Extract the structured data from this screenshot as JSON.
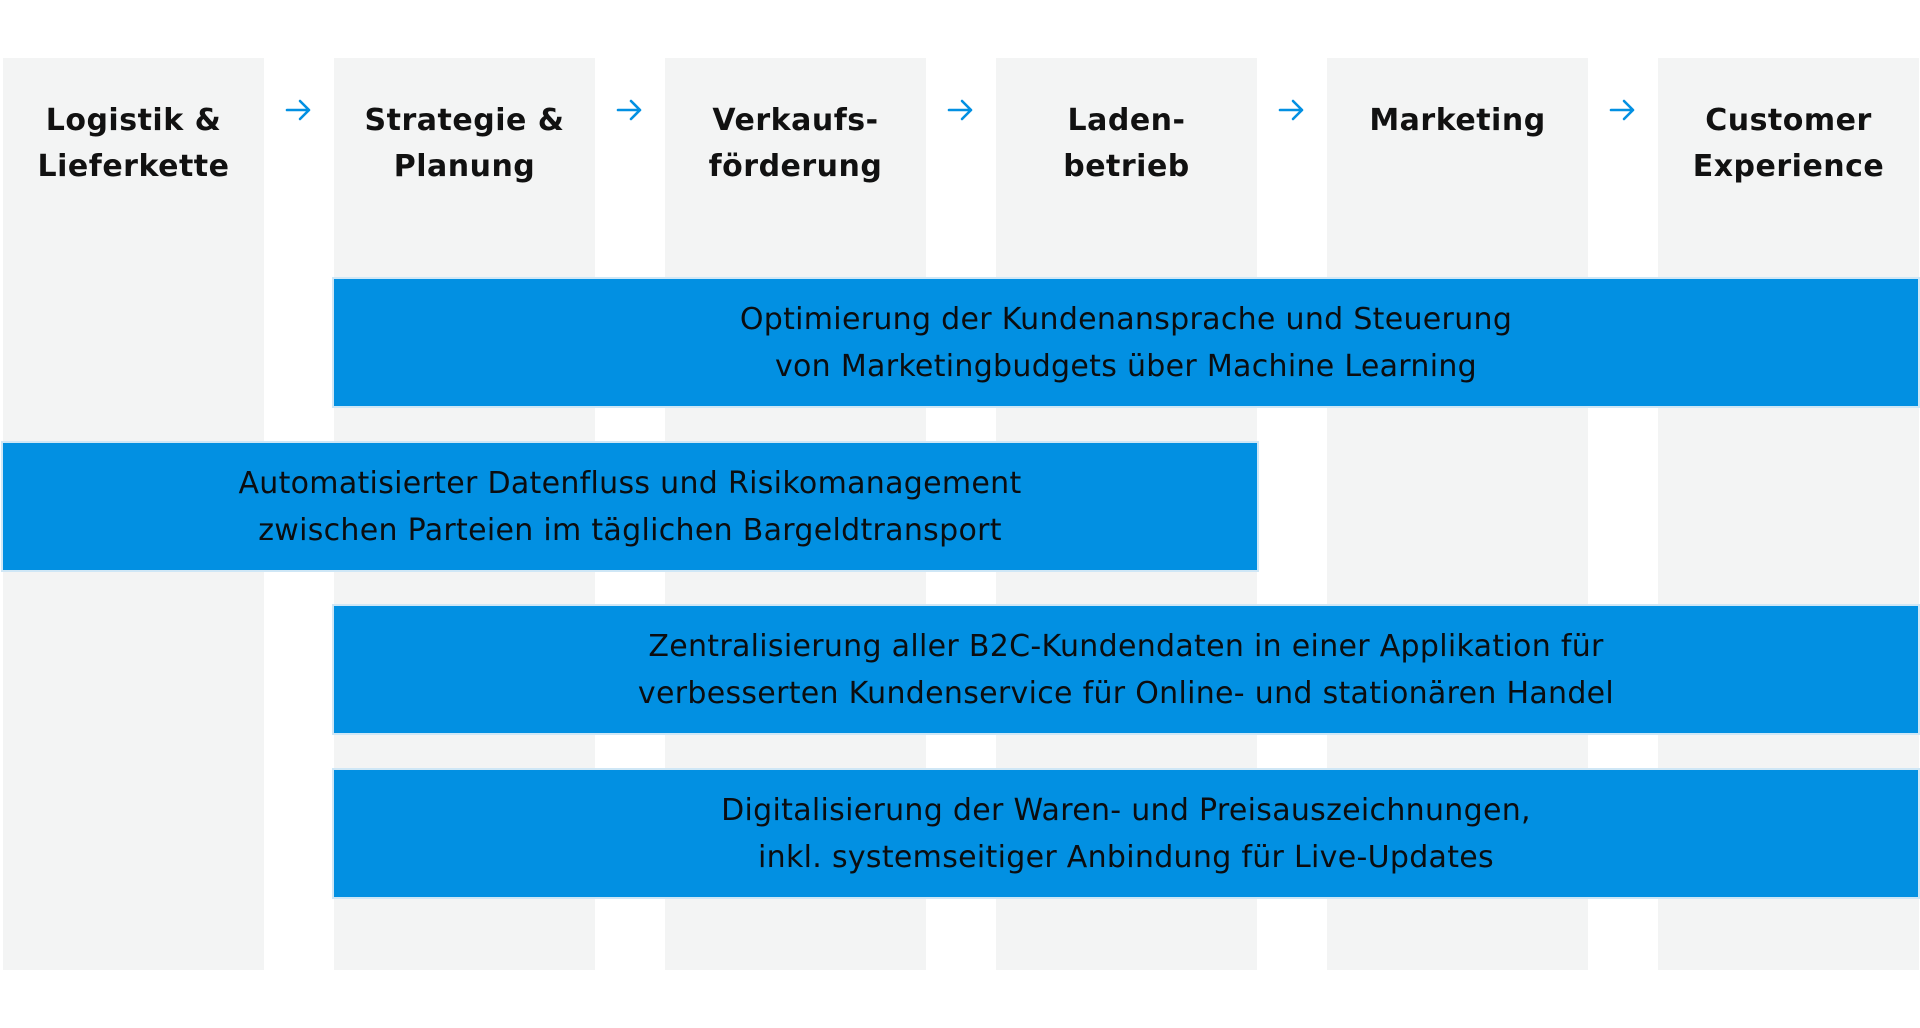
{
  "steps": [
    {
      "line1": "Logistik &",
      "line2": "Lieferkette"
    },
    {
      "line1": "Strategie &",
      "line2": "Planung"
    },
    {
      "line1": "Verkaufs-",
      "line2": "förderung"
    },
    {
      "line1": "Laden-",
      "line2": "betrieb"
    },
    {
      "line1": "Marketing",
      "line2": ""
    },
    {
      "line1": "Customer",
      "line2": "Experience"
    }
  ],
  "bars": [
    {
      "line1": "Optimierung der Kundenansprache und Steuerung",
      "line2": "von Marketingbudgets über Machine Learning"
    },
    {
      "line1": "Automatisierter Datenfluss und Risikomanagement",
      "line2": "zwischen Parteien im täglichen Bargeldtransport"
    },
    {
      "line1": "Zentralisierung aller B2C-Kundendaten in einer Applikation für",
      "line2": "verbesserten Kundenservice für Online- und stationären Handel"
    },
    {
      "line1": "Digitalisierung der Waren- und Preisauszeichnungen,",
      "line2": "inkl. systemseitiger Anbindung für Live-Updates"
    }
  ],
  "colors": {
    "column_bg": "#f3f4f4",
    "bar_bg": "#0290e2",
    "arrow": "#0290e2",
    "title_text": "#111111"
  },
  "icons": {
    "arrow": "arrow-right-icon"
  }
}
